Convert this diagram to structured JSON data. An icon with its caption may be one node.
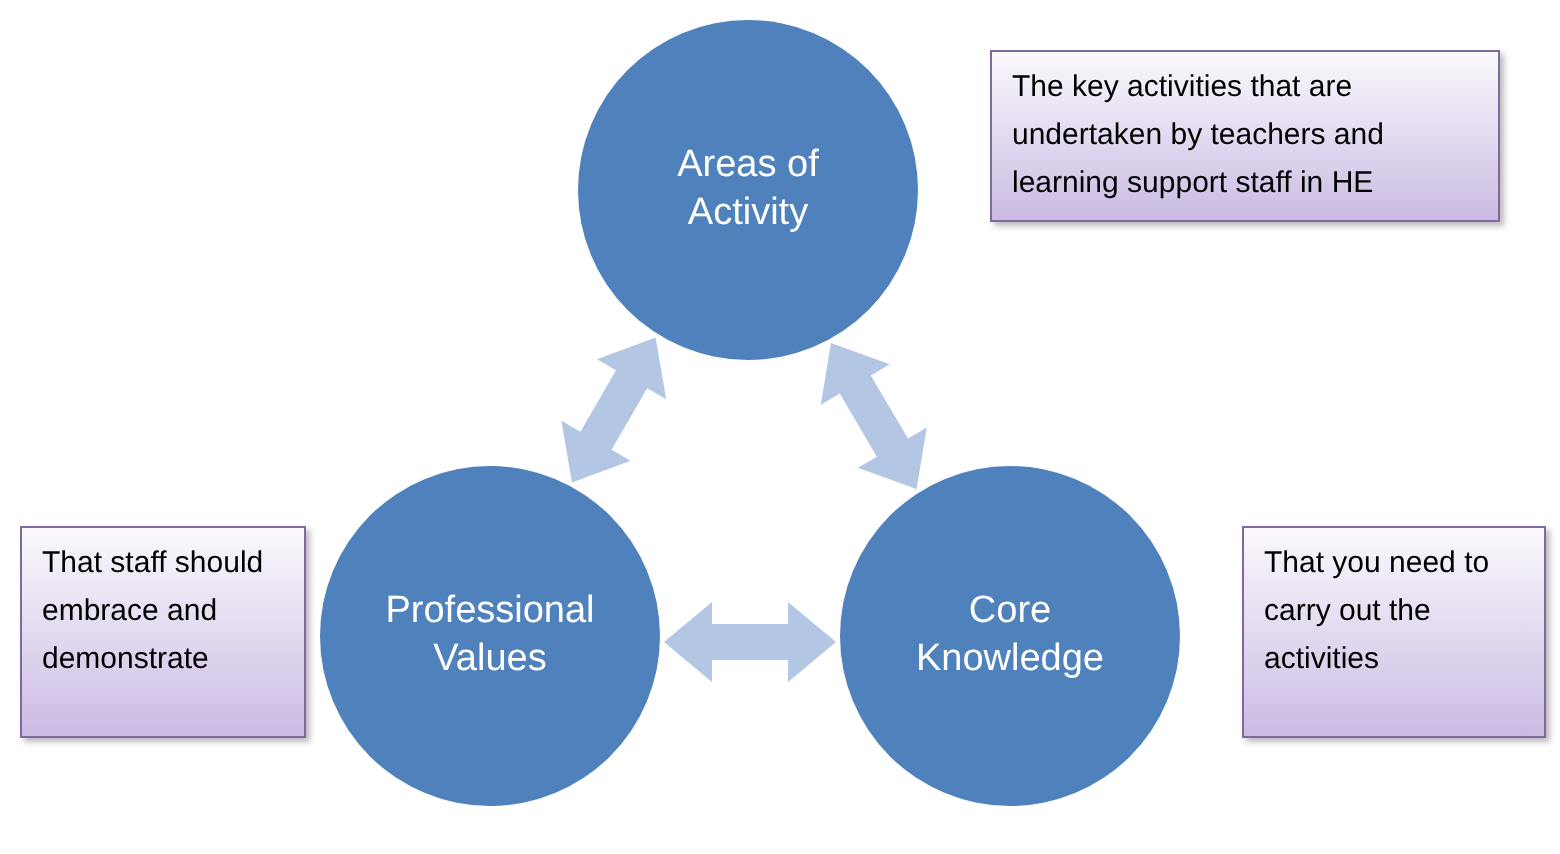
{
  "diagram": {
    "nodes": [
      {
        "text": [
          "Areas of Activity"
        ]
      },
      {
        "text": [
          "Professional Values"
        ]
      },
      {
        "text": [
          "Core Knowledge"
        ]
      },
      {
        "text": [
          "The key activities that are undertaken by teachers and learning support staff in HE"
        ]
      },
      {
        "text": [
          "That staff should embrace and demonstrate"
        ]
      },
      {
        "text": [
          "That you need to carry out the activities"
        ]
      }
    ],
    "edges": [
      {
        "from": 0,
        "to": 1,
        "arrow": "both"
      },
      {
        "from": 0,
        "to": 2,
        "arrow": "both"
      },
      {
        "from": 1,
        "to": 2,
        "arrow": "both"
      }
    ]
  }
}
